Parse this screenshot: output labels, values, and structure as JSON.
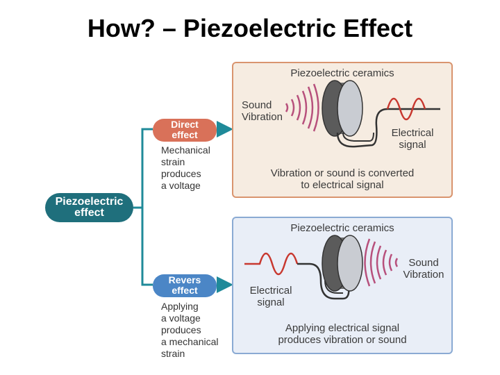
{
  "title": "How? – Piezoelectric Effect",
  "root": {
    "label_line1": "Piezoelectric",
    "label_line2": "effect"
  },
  "direct": {
    "label_line1": "Direct",
    "label_line2": "effect",
    "desc": [
      "Mechanical",
      "strain",
      "produces",
      "a voltage"
    ],
    "panel": {
      "heading": "Piezoelectric ceramics",
      "sound_line1": "Sound",
      "sound_line2": "Vibration",
      "signal_line1": "Electrical",
      "signal_line2": "signal",
      "caption_line1": "Vibration or sound is converted",
      "caption_line2": "to electrical signal"
    }
  },
  "reverse": {
    "label_line1": "Revers",
    "label_line2": "effect",
    "desc": [
      "Applying",
      "a voltage",
      "produces",
      "a mechanical",
      "strain"
    ],
    "panel": {
      "heading": "Piezoelectric ceramics",
      "sound_line1": "Sound",
      "sound_line2": "Vibration",
      "signal_line1": "Electrical",
      "signal_line2": "signal",
      "caption_line1": "Applying electrical signal",
      "caption_line2": "produces vibration or sound"
    }
  },
  "colors": {
    "root": "#1f6f7c",
    "direct": "#d97159",
    "reverse": "#4b86c6",
    "connector": "#1f8a99",
    "wave_sound": "#b7507c",
    "wave_signal": "#c8382f"
  }
}
